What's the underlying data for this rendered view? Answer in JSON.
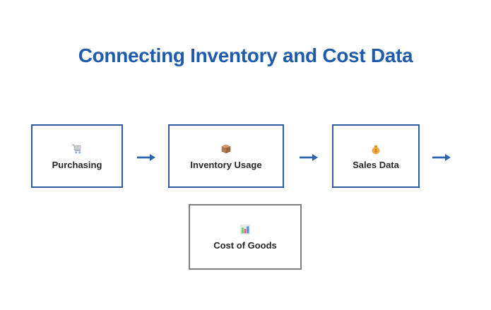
{
  "title": "Connecting Inventory and Cost Data",
  "diagram": {
    "nodes": [
      {
        "id": "purchasing",
        "label": "Purchasing",
        "icon": "shopping-cart-icon",
        "border": "blue"
      },
      {
        "id": "inventory-usage",
        "label": "Inventory Usage",
        "icon": "package-icon",
        "border": "blue"
      },
      {
        "id": "sales-data",
        "label": "Sales Data",
        "icon": "money-bag-icon",
        "border": "blue"
      },
      {
        "id": "cost-of-goods",
        "label": "Cost of Goods",
        "icon": "bar-chart-icon",
        "border": "gray"
      }
    ],
    "connections": [
      {
        "from": "purchasing",
        "to": "inventory-usage",
        "direction": "right"
      },
      {
        "from": "inventory-usage",
        "to": "sales-data",
        "direction": "right"
      },
      {
        "from": "sales-data",
        "to": "off-screen",
        "direction": "right"
      }
    ],
    "arrow_glyph": "→"
  },
  "colors": {
    "title": "#1f5bad",
    "node_border_blue": "#2e5c9e",
    "node_border_gray": "#7f7f7f",
    "arrow": "#2a65ad",
    "label": "#262626",
    "background": "#ffffff"
  }
}
